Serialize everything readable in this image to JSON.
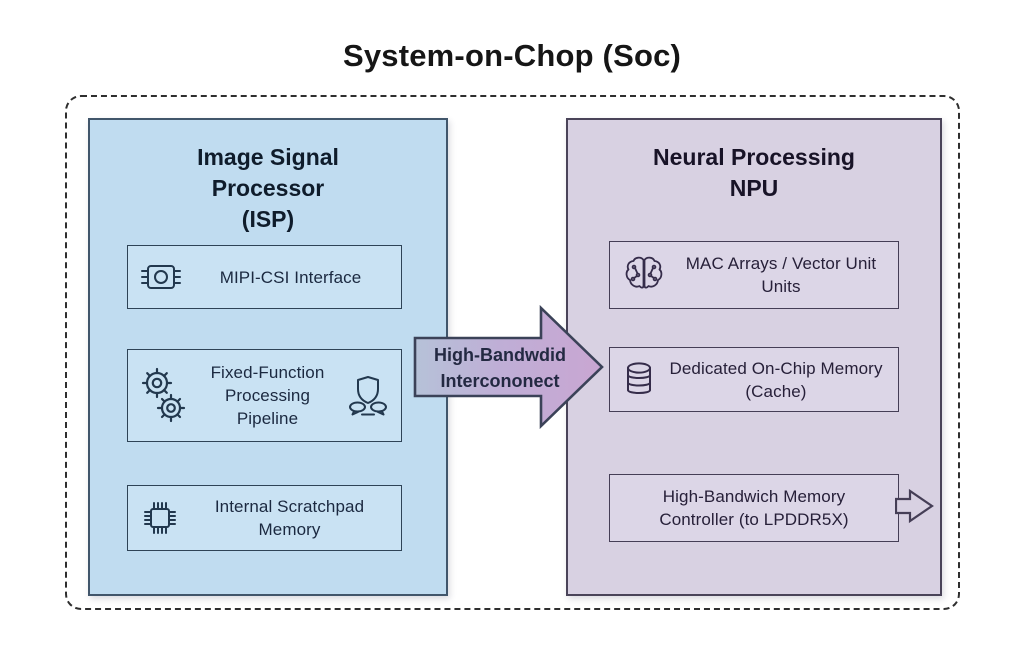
{
  "title": "System-on-Chop (Soc)",
  "colors": {
    "isp_panel": "#c0dcf0",
    "isp_block": "#c9e2f3",
    "npu_panel": "#d8d1e2",
    "npu_block": "#dcd6e7",
    "arrow_gradient_start": "#b6c2d8",
    "arrow_gradient_end": "#c9a6d2",
    "outline_dark": "#2e4356",
    "dashed_border": "#2e2e2e"
  },
  "isp": {
    "title_lines": [
      "Image Signal",
      "Processor",
      "(ISP)"
    ],
    "blocks": [
      {
        "label": "MIPI-CSI Interface",
        "icon": "camera-sensor-chip-icon"
      },
      {
        "label": "Fixed-Function Processing Pipeline",
        "icon": "gears-icon",
        "icon_right": "shield-chat-icon"
      },
      {
        "label": "Internal Scratchpad Memory",
        "icon": "memory-chip-icon"
      }
    ]
  },
  "interconnect": {
    "label_line1": "High-Bandwdid",
    "label_line2": "Intercononect",
    "icon": "right-arrow-shape"
  },
  "npu": {
    "title_lines": [
      "Neural Processing",
      "NPU"
    ],
    "blocks": [
      {
        "label": "MAC Arrays / Vector Unit Units",
        "icon": "brain-icon"
      },
      {
        "label": "Dedicated On-Chip Memory (Cache)",
        "icon": "database-icon"
      },
      {
        "label": "High-Bandwich Memory Controller (to LPDDR5X)",
        "icon_right": "small-exit-arrow-icon"
      }
    ]
  }
}
